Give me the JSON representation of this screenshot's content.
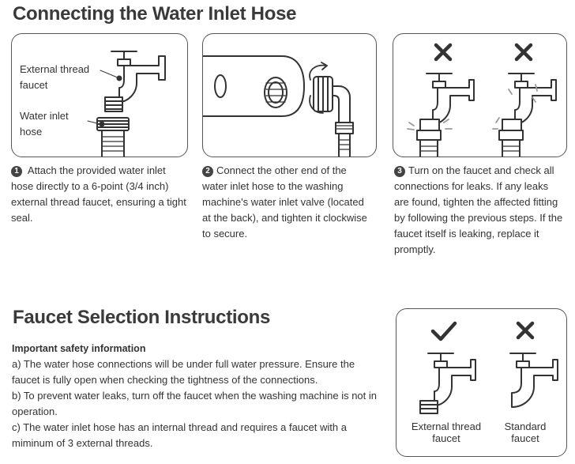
{
  "section1": {
    "title": "Connecting the Water Inlet Hose",
    "panel1": {
      "label_faucet_line1": "External thread",
      "label_faucet_line2": "faucet",
      "label_hose_line1": "Water inlet",
      "label_hose_line2": "hose"
    },
    "steps": [
      {
        "num": "1",
        "text": " Attach the provided water inlet hose directly to a 6-point (3/4 inch) external thread faucet, ensuring a tight seal."
      },
      {
        "num": "2",
        "text": "Connect the other end of the water inlet hose to the washing machine's water inlet valve (located at the back), and tighten it clockwise to secure."
      },
      {
        "num": "3",
        "text": "Turn on the faucet and check all connections for leaks. If any leaks are found, tighten the affected fitting by following the previous steps. If the faucet itself is leaking, replace it promptly."
      }
    ]
  },
  "section2": {
    "title": "Faucet Selection Instructions",
    "safety_title": "Important safety information",
    "items": [
      "a) The water hose connections will be under full water pressure. Ensure the faucet is fully open when checking the tightness of the connections.",
      "b) To prevent water leaks, turn off the faucet when the washing machine is not in operation.",
      "c) The water inlet hose has an internal thread and requires a faucet with a miminum of 3 external threads."
    ],
    "faucet_left_line1": "External thread",
    "faucet_left_line2": "faucet",
    "faucet_right_line1": "Standard",
    "faucet_right_line2": "faucet"
  },
  "icons": {
    "check": "check-icon",
    "cross": "cross-icon",
    "rotate": "clockwise-arrow-icon"
  }
}
